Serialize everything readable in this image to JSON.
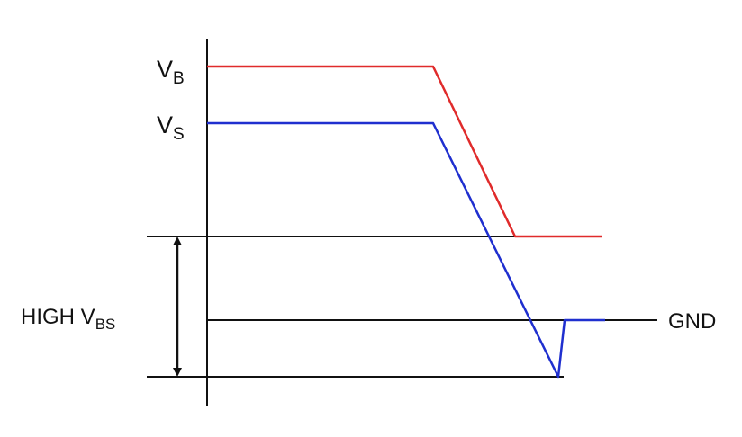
{
  "labels": {
    "vb_main": "V",
    "vb_sub": "B",
    "vs_main": "V",
    "vs_sub": "S",
    "high_vbs_main": "HIGH V",
    "high_vbs_sub": "BS",
    "gnd": "GND"
  },
  "colors": {
    "vb_trace": "#e02b2b",
    "vs_trace": "#1f2fcf",
    "axis": "#111111"
  }
}
